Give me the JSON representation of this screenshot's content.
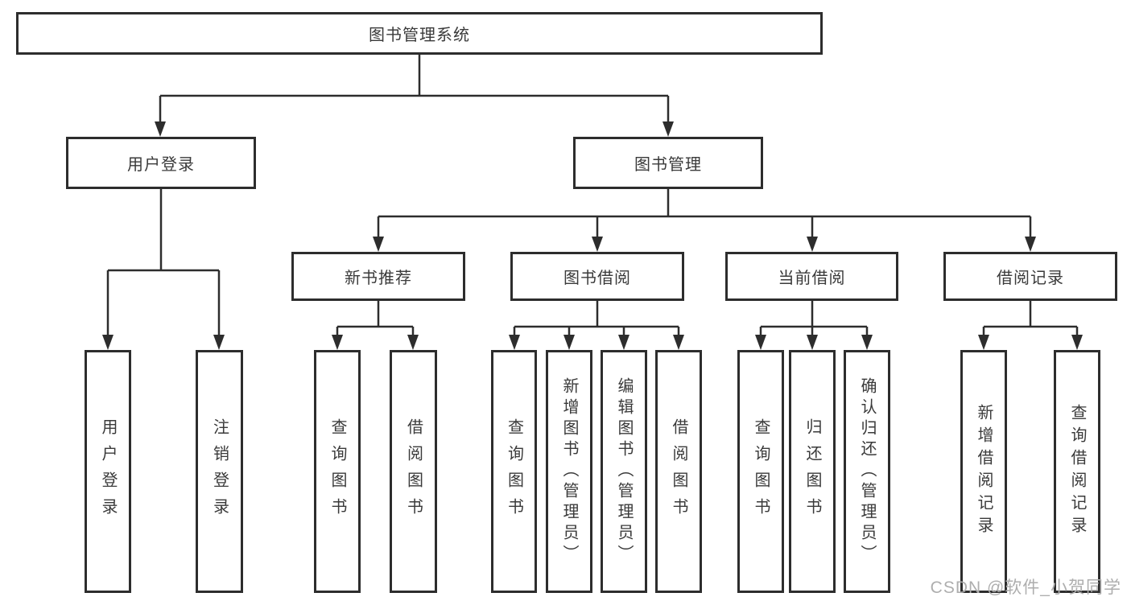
{
  "diagram": {
    "root": "图书管理系统",
    "level2": {
      "userLogin": "用户登录",
      "bookManagement": "图书管理"
    },
    "level3": {
      "newBookRecommend": "新书推荐",
      "bookBorrow": "图书借阅",
      "currentBorrow": "当前借阅",
      "borrowRecords": "借阅记录"
    },
    "leaves": [
      "用户登录",
      "注销登录",
      "查询图书",
      "借阅图书",
      "查询图书",
      "新增图书（管理员）",
      "编辑图书（管理员）",
      "借阅图书",
      "查询图书",
      "归还图书",
      "确认归还（管理员）",
      "新增借阅记录",
      "查询借阅记录"
    ],
    "colors": {
      "line": "#2d2d2d",
      "border": "#2d2d2d",
      "text": "#3a3a3a",
      "watermark": "#aeaeae",
      "background": "#ffffff"
    }
  },
  "watermark": "CSDN @软件_小贺同学"
}
